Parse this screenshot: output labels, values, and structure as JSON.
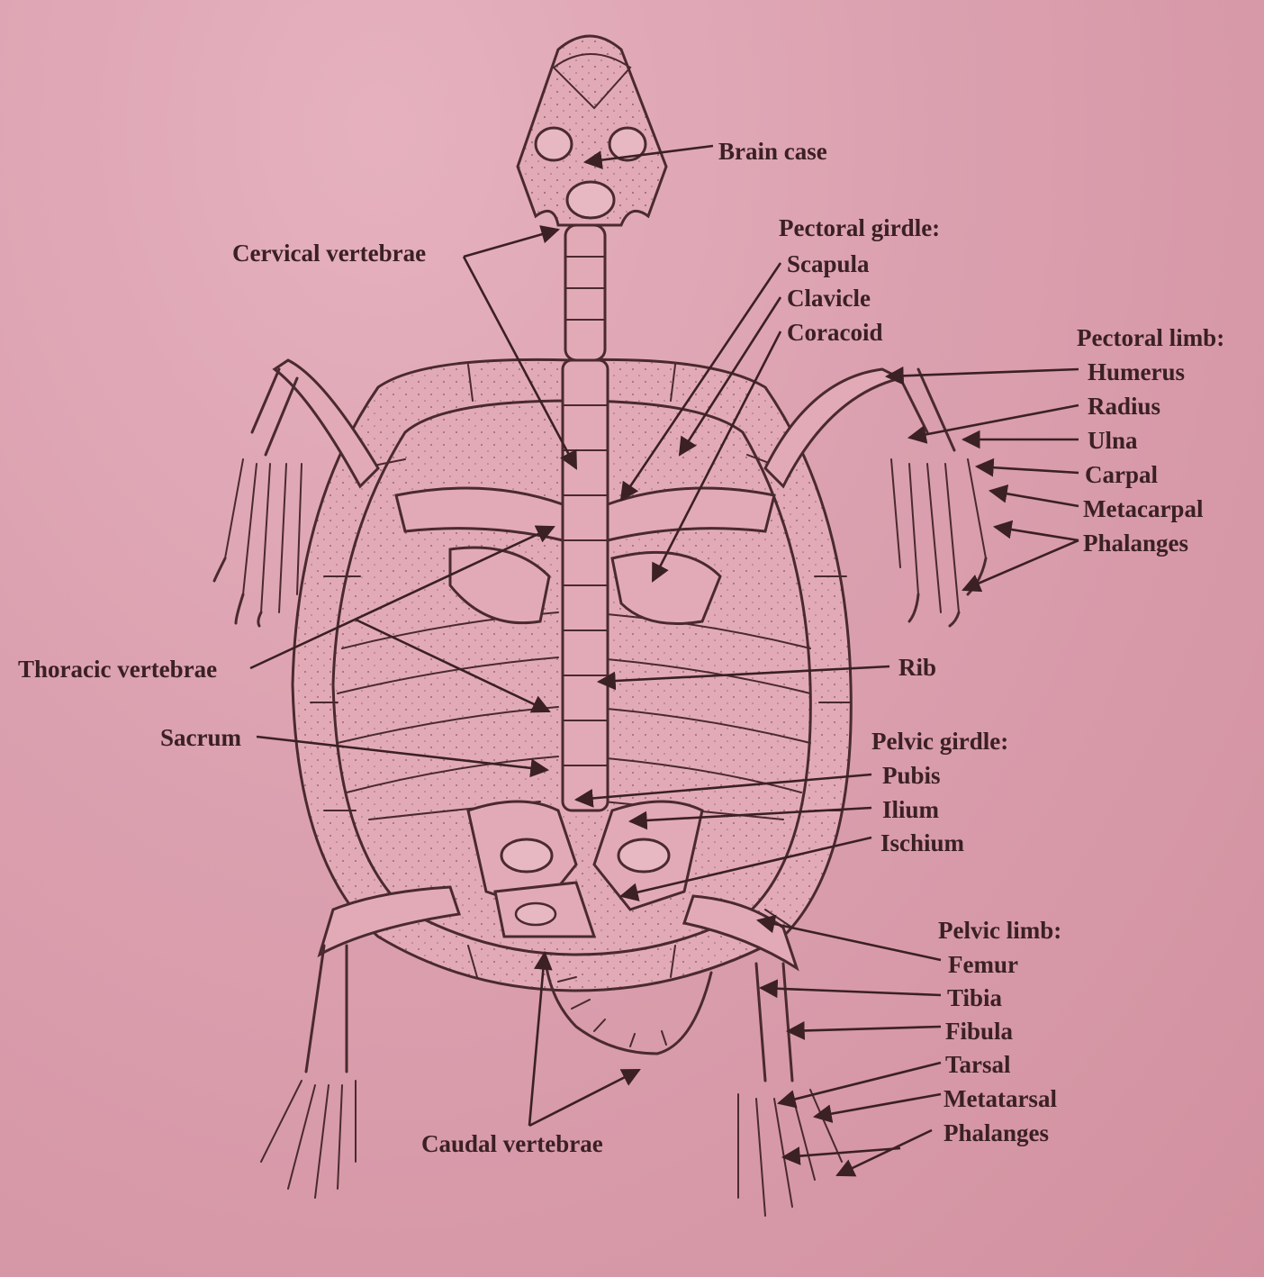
{
  "labels": {
    "brain_case": "Brain case",
    "cervical_vertebrae": "Cervical vertebrae",
    "pectoral_girdle": "Pectoral girdle:",
    "scapula": "Scapula",
    "clavicle": "Clavicle",
    "coracoid": "Coracoid",
    "pectoral_limb": "Pectoral limb:",
    "humerus": "Humerus",
    "radius": "Radius",
    "ulna": "Ulna",
    "carpal": "Carpal",
    "metacarpal": "Metacarpal",
    "phalanges_fore": "Phalanges",
    "thoracic_vertebrae": "Thoracic vertebrae",
    "rib": "Rib",
    "sacrum": "Sacrum",
    "pelvic_girdle": "Pelvic girdle:",
    "pubis": "Pubis",
    "ilium": "Ilium",
    "ischium": "Ischium",
    "pelvic_limb": "Pelvic limb:",
    "femur": "Femur",
    "tibia": "Tibia",
    "fibula": "Fibula",
    "tarsal": "Tarsal",
    "metatarsal": "Metatarsal",
    "phalanges_hind": "Phalanges",
    "caudal_vertebrae": "Caudal vertebrae"
  },
  "colors": {
    "background": "#d99aaa",
    "ink": "#4a2a2e",
    "label": "#3b2024"
  }
}
